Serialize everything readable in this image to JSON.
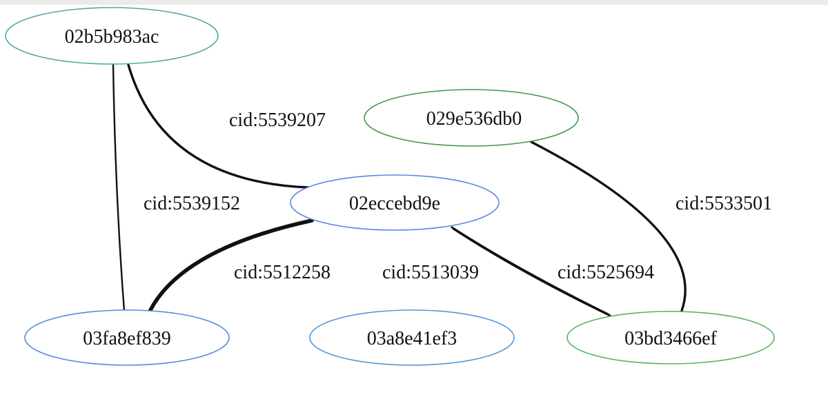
{
  "diagram": {
    "type": "graph",
    "background_color": "#ffffff",
    "edge_color": "#111111",
    "nodes": [
      {
        "id": "02b5b983ac",
        "label": "02b5b983ac",
        "border_color": "#4fa8a4",
        "position": "top-left"
      },
      {
        "id": "029e536db0",
        "label": "029e536db0",
        "border_color": "#3d9950",
        "position": "top-right"
      },
      {
        "id": "02eccebd9e",
        "label": "02eccebd9e",
        "border_color": "#5688dc",
        "position": "middle-center"
      },
      {
        "id": "03fa8ef839",
        "label": "03fa8ef839",
        "border_color": "#5688dc",
        "position": "bottom-left"
      },
      {
        "id": "03a8e41ef3",
        "label": "03a8e41ef3",
        "border_color": "#4f97d9",
        "position": "bottom-center"
      },
      {
        "id": "03bd3466ef",
        "label": "03bd3466ef",
        "border_color": "#52b55e",
        "position": "bottom-right"
      }
    ],
    "edges": [
      {
        "from": "02b5b983ac",
        "to": "02eccebd9e",
        "label": "cid:5539207",
        "weight": "medium"
      },
      {
        "from": "02b5b983ac",
        "to": "03fa8ef839",
        "label": "cid:5539152",
        "weight": "thin"
      },
      {
        "from": "02eccebd9e",
        "to": "03fa8ef839",
        "label": "cid:5512258",
        "weight": "thick"
      },
      {
        "from": "02eccebd9e",
        "to": "03bd3466ef",
        "label": "cid:5513039",
        "weight": "medium"
      },
      {
        "from": "02eccebd9e",
        "to": "03bd3466ef",
        "label": "cid:5525694",
        "weight": "medium"
      },
      {
        "from": "029e536db0",
        "to": "03bd3466ef",
        "label": "cid:5533501",
        "weight": "medium"
      }
    ]
  }
}
